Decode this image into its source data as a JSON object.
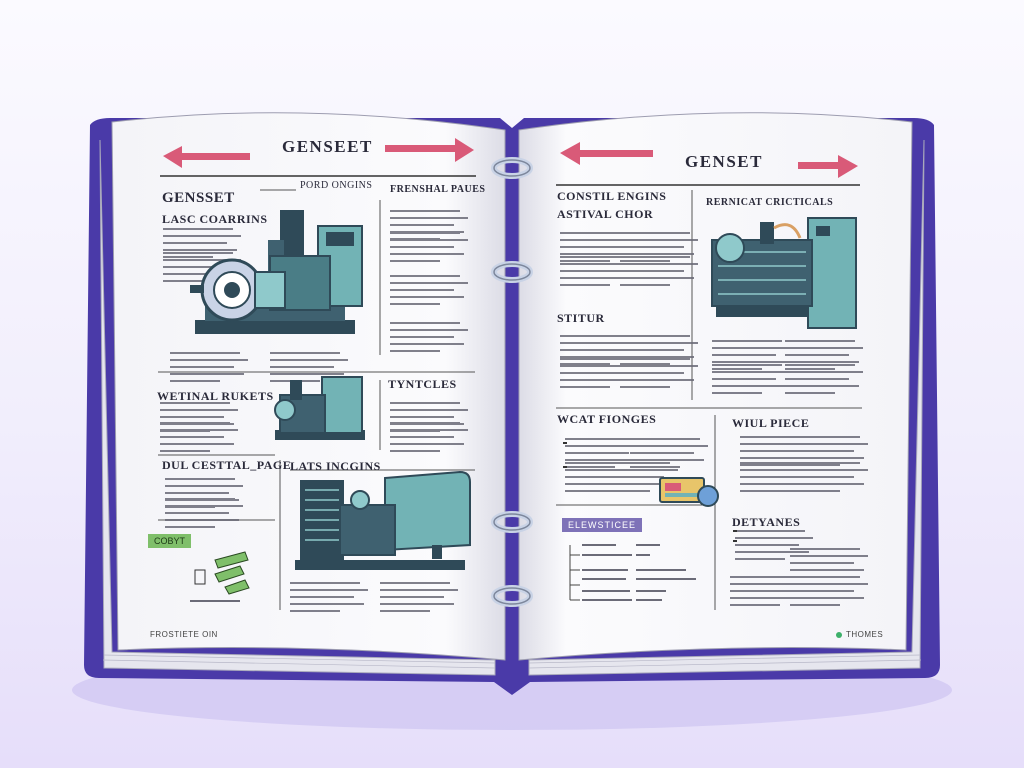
{
  "left_page": {
    "header_title": "GENSEET",
    "title": "GENSSET",
    "subtitle_top": "PORD ONGINS",
    "subtitle_right": "FRENSHAL PAUES",
    "section_1": "LASC COARRINS",
    "section_2": "WETINAL RUKETS",
    "section_3": "TYNTCLES",
    "section_4": "DUL CESTTAL_PAGE",
    "section_5": "LATS INCGINS",
    "tag": "COBYT",
    "footer": "FROSTIETE OIN"
  },
  "right_page": {
    "header_title": "GENSET",
    "section_1": "CONSTIL ENGINS",
    "section_1_sub": "ASTIVAL CHOR",
    "section_2": "RERNICAT CRICTICALS",
    "section_3": "STITUR",
    "section_4": "WCAT FIONGES",
    "section_5": "WIUL PIECE",
    "tag": "ELEWSTICEE",
    "section_6": "DETYANES",
    "footer": "THOMES"
  },
  "colors": {
    "cover": "#4a3aa8",
    "page": "#f8f8fb",
    "arrow": "#d95a78",
    "machine": "#72b3b5",
    "machine_dark": "#2f4a58",
    "ring": "#c9d3e6"
  }
}
